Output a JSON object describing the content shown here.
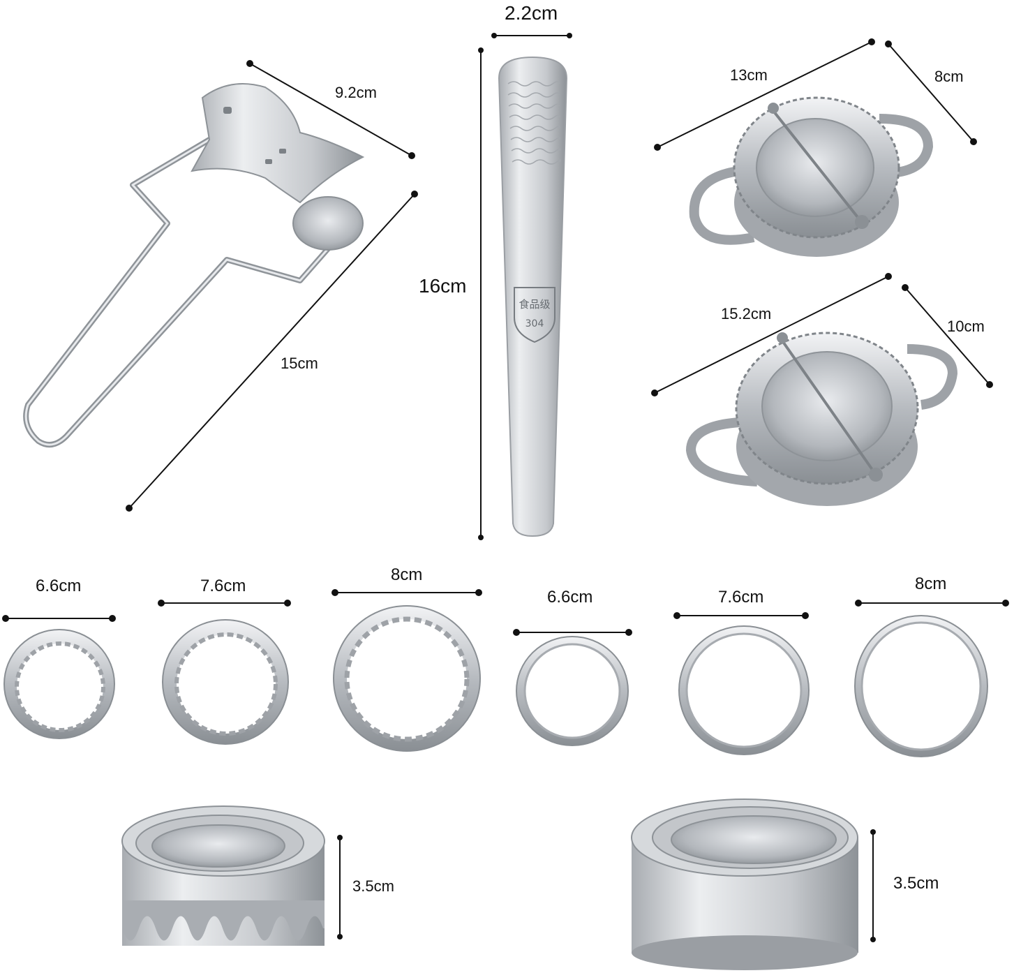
{
  "colors": {
    "background": "#ffffff",
    "steel_light": "#eef0f2",
    "steel_mid": "#b9bdc2",
    "steel_dark": "#7c8186",
    "dimension_line": "#111111"
  },
  "icons": {
    "press_tool": "dumpling-press-tool-icon",
    "spoon": "filling-spoon-icon",
    "mold": "dumpling-mold-icon",
    "cutter_fluted": "fluted-round-cutter-icon",
    "cutter_plain": "plain-round-cutter-icon"
  },
  "products": {
    "press_tool": {
      "width": "9.2cm",
      "length": "15cm"
    },
    "spoon": {
      "width": "2.2cm",
      "length": "16cm",
      "engraving_top": "食品级",
      "engraving_bottom": "304"
    },
    "mold_small": {
      "length": "13cm",
      "width": "8cm"
    },
    "mold_large": {
      "length": "15.2cm",
      "width": "10cm"
    },
    "cutters": [
      {
        "size": "6.6cm",
        "style": "fluted"
      },
      {
        "size": "7.6cm",
        "style": "fluted"
      },
      {
        "size": "8cm",
        "style": "fluted"
      },
      {
        "size": "6.6cm",
        "style": "plain"
      },
      {
        "size": "7.6cm",
        "style": "plain"
      },
      {
        "size": "8cm",
        "style": "plain"
      }
    ],
    "stack_fluted": {
      "height": "3.5cm"
    },
    "stack_plain": {
      "height": "3.5cm"
    }
  }
}
